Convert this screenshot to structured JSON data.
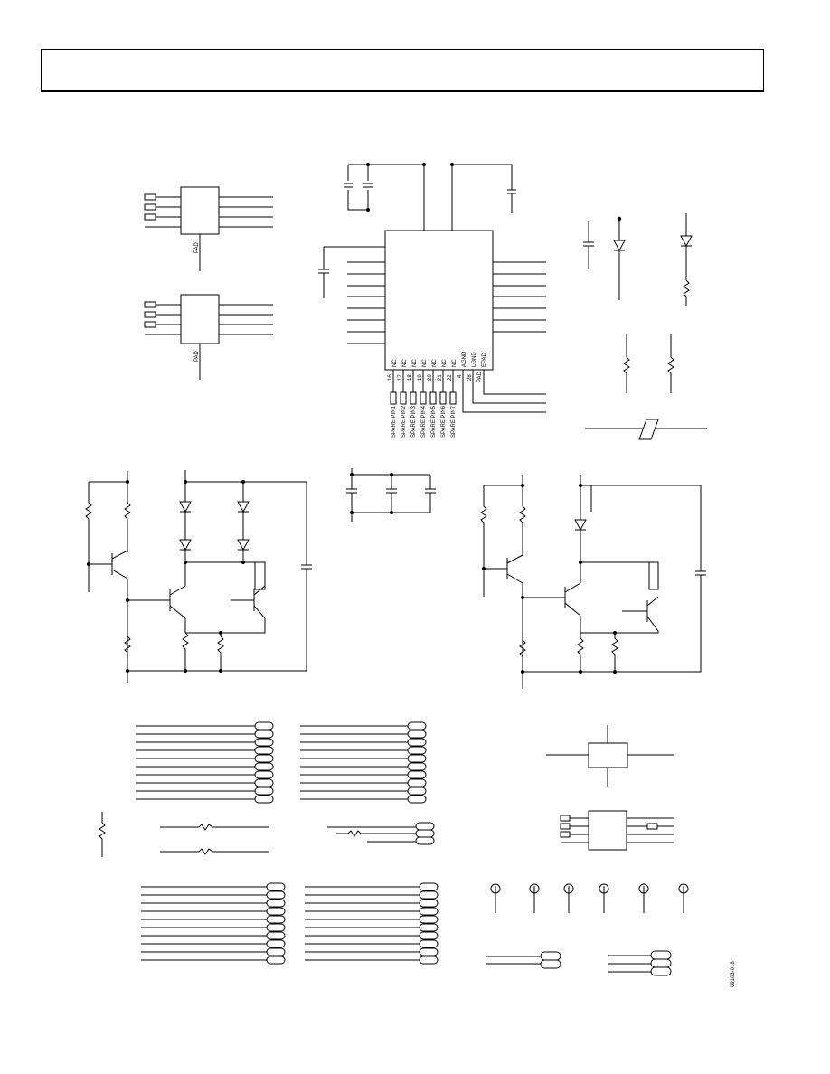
{
  "header": {
    "title": ""
  },
  "u1": {
    "top_pins": [
      "NC",
      "NC",
      "NC",
      "NC",
      "NC",
      "NC",
      "NC"
    ],
    "top_pin_numbers": [
      "16",
      "17",
      "18",
      "19",
      "20",
      "21",
      "22"
    ],
    "ground_pins": [
      "AGND",
      "LGND",
      "EPAD"
    ],
    "ground_pin_numbers": [
      "4",
      "28",
      "PAD"
    ],
    "spare_labels": [
      "SPARE PIN1",
      "SPARE PIN2",
      "SPARE PIN3",
      "SPARE PIN4",
      "SPARE PIN5",
      "SPARE PIN6",
      "SPARE PIN7"
    ]
  },
  "small_ic": {
    "pad_label": "PAD"
  },
  "figure_code": "09103-018"
}
